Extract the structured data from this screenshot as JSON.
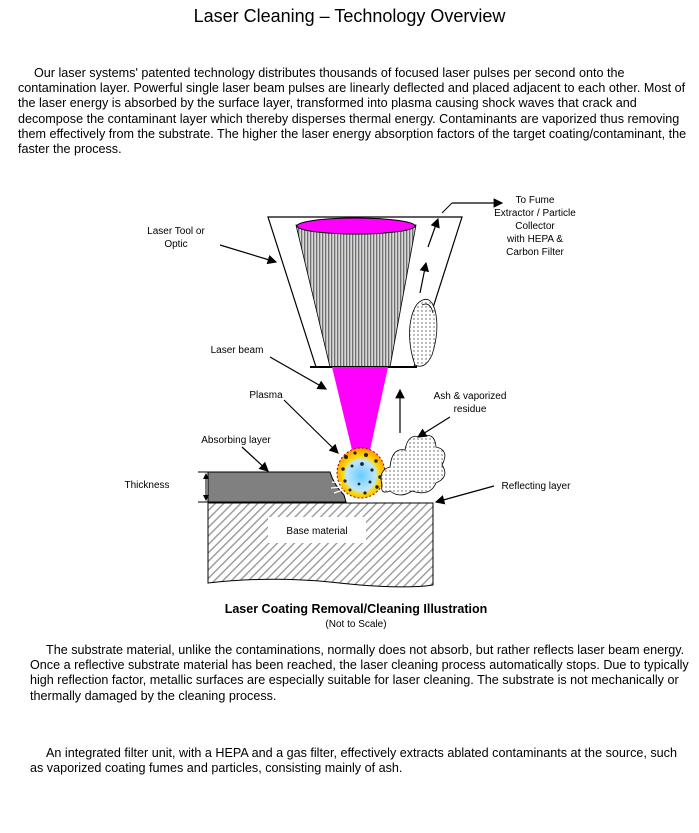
{
  "page": {
    "title": "Laser Cleaning – Technology Overview",
    "intro": "Our laser systems' patented technology distributes thousands of focused laser pulses per second onto the contamination layer. Powerful single laser beam pulses are linearly deflected and placed adjacent to each other. Most of the laser energy is absorbed by the surface layer, transformed into plasma causing shock waves that crack and decompose the contaminant layer which thereby disperses thermal energy. Contaminants are vaporized thus removing them effectively from the substrate. The higher the laser energy absorption factors of the target coating/contaminant, the faster the process.",
    "substrate_paragraph": "The substrate material, unlike the contaminations, normally does not absorb, but rather reflects laser beam energy. Once a reflective substrate material has been reached, the laser cleaning process automatically stops. Due to typically high reflection factor, metallic surfaces are especially suitable for laser cleaning. The substrate is not mechanically or thermally damaged by the cleaning process.",
    "filter_paragraph": "An integrated filter unit, with a HEPA and a gas filter, effectively extracts ablated contaminants at the source, such as vaporized coating fumes and particles, consisting mainly of ash."
  },
  "diagram": {
    "labels": {
      "laser_tool": [
        "Laser Tool or",
        "Optic"
      ],
      "fume_extractor": [
        "To Fume",
        "Extractor / Particle",
        "Collector",
        "with HEPA &",
        "Carbon Filter"
      ],
      "laser_beam": "Laser beam",
      "plasma": "Plasma",
      "ash": [
        "Ash & vaporized",
        "residue"
      ],
      "absorbing_layer": "Absorbing layer",
      "thickness": "Thickness",
      "reflecting_layer": "Reflecting layer",
      "base_material": "Base material"
    },
    "caption": "Laser Coating Removal/Cleaning Illustration",
    "subcaption": "(Not to Scale)",
    "colors": {
      "beam": "#ff00ff",
      "plasma_yellow": "#ffd700",
      "plasma_cyan": "#66ccff",
      "coating": "#808080"
    }
  }
}
